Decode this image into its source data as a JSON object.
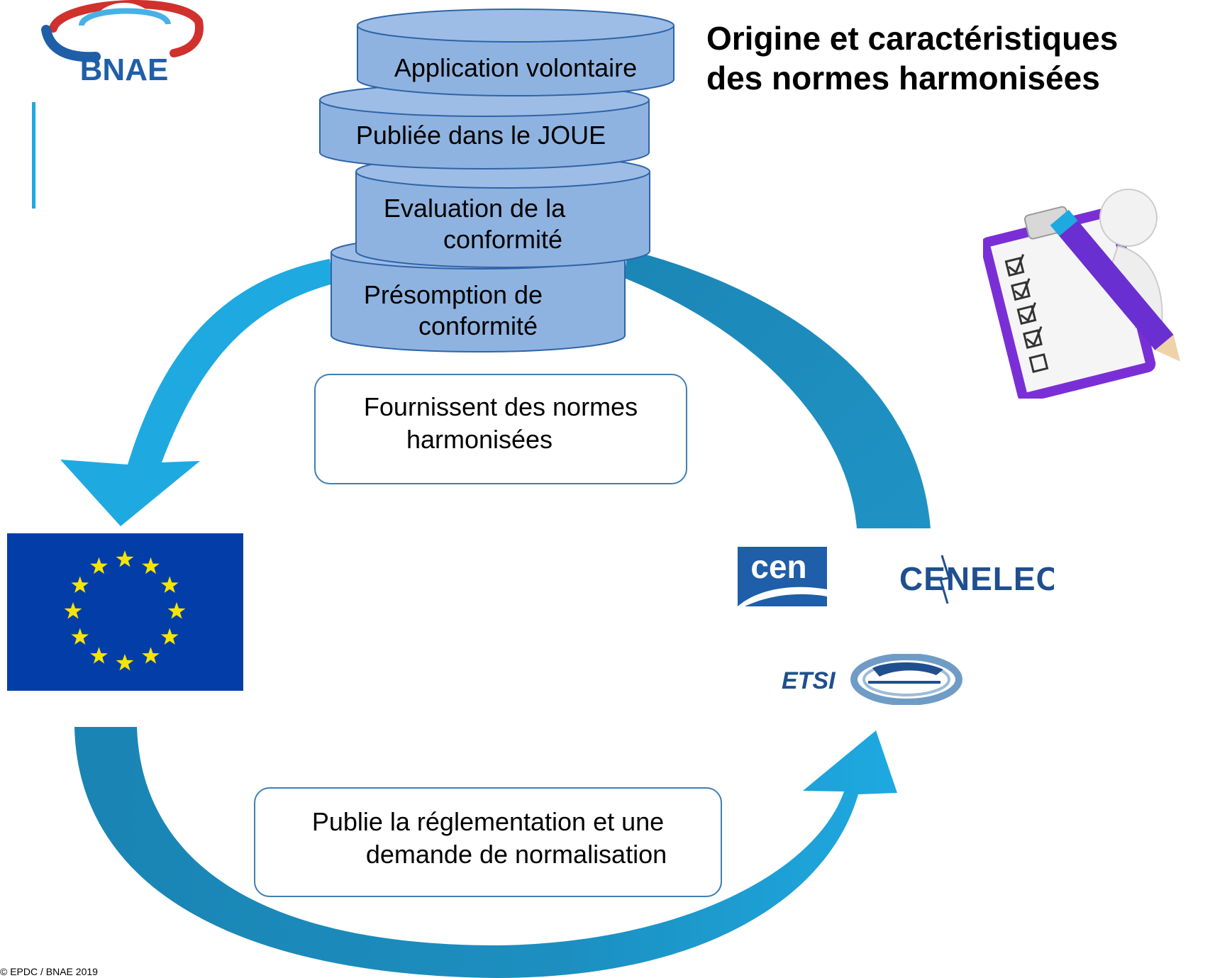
{
  "logo": {
    "text": "BNAE",
    "colors": {
      "blue": "#1f5fa8",
      "red": "#d0312d",
      "light": "#47b1e6"
    }
  },
  "title": {
    "line1": "Origine et caractéristiques",
    "line2": "des normes harmonisées"
  },
  "stack": [
    {
      "text": "Application volontaire"
    },
    {
      "text": "Publiée dans le JOUE"
    },
    {
      "line1": "Evaluation de la",
      "line2": "conformité"
    },
    {
      "line1": "Présomption de",
      "line2": "conformité"
    }
  ],
  "box_top": {
    "line1": "Fournissent des normes",
    "line2": "harmonisées"
  },
  "box_bottom": {
    "line1": "Publie la réglementation et une",
    "line2": "demande de normalisation"
  },
  "logos": {
    "cen": "cen",
    "cenelec": "CENELEC",
    "etsi": "ETSI"
  },
  "flag": {
    "icon": "eu-flag-icon",
    "blue": "#033ea8",
    "star": "#f6e500"
  },
  "illustration": {
    "icon": "checklist-pencil-icon"
  },
  "colors": {
    "arrow_light": "#1ea9e1",
    "arrow_dark": "#1b87b8",
    "cylinder": "#8fb3e0",
    "cylinder_border": "#2f64a8"
  },
  "footer": {
    "text": "© EPDC / BNAE 2019"
  }
}
